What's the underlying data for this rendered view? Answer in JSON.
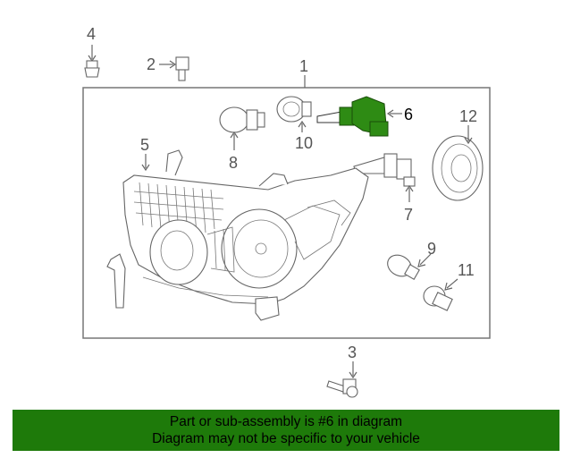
{
  "labels": {
    "l1": "1",
    "l2": "2",
    "l3": "3",
    "l4": "4",
    "l5": "5",
    "l6": "6",
    "l7": "7",
    "l8": "8",
    "l9": "9",
    "l10": "10",
    "l11": "11",
    "l12": "12"
  },
  "highlight_color": "#2e8b14",
  "banner": {
    "line1": "Part or sub-assembly is #6 in diagram",
    "line2": "Diagram may not be specific to your vehicle",
    "bg_color": "#1e7a0a"
  }
}
